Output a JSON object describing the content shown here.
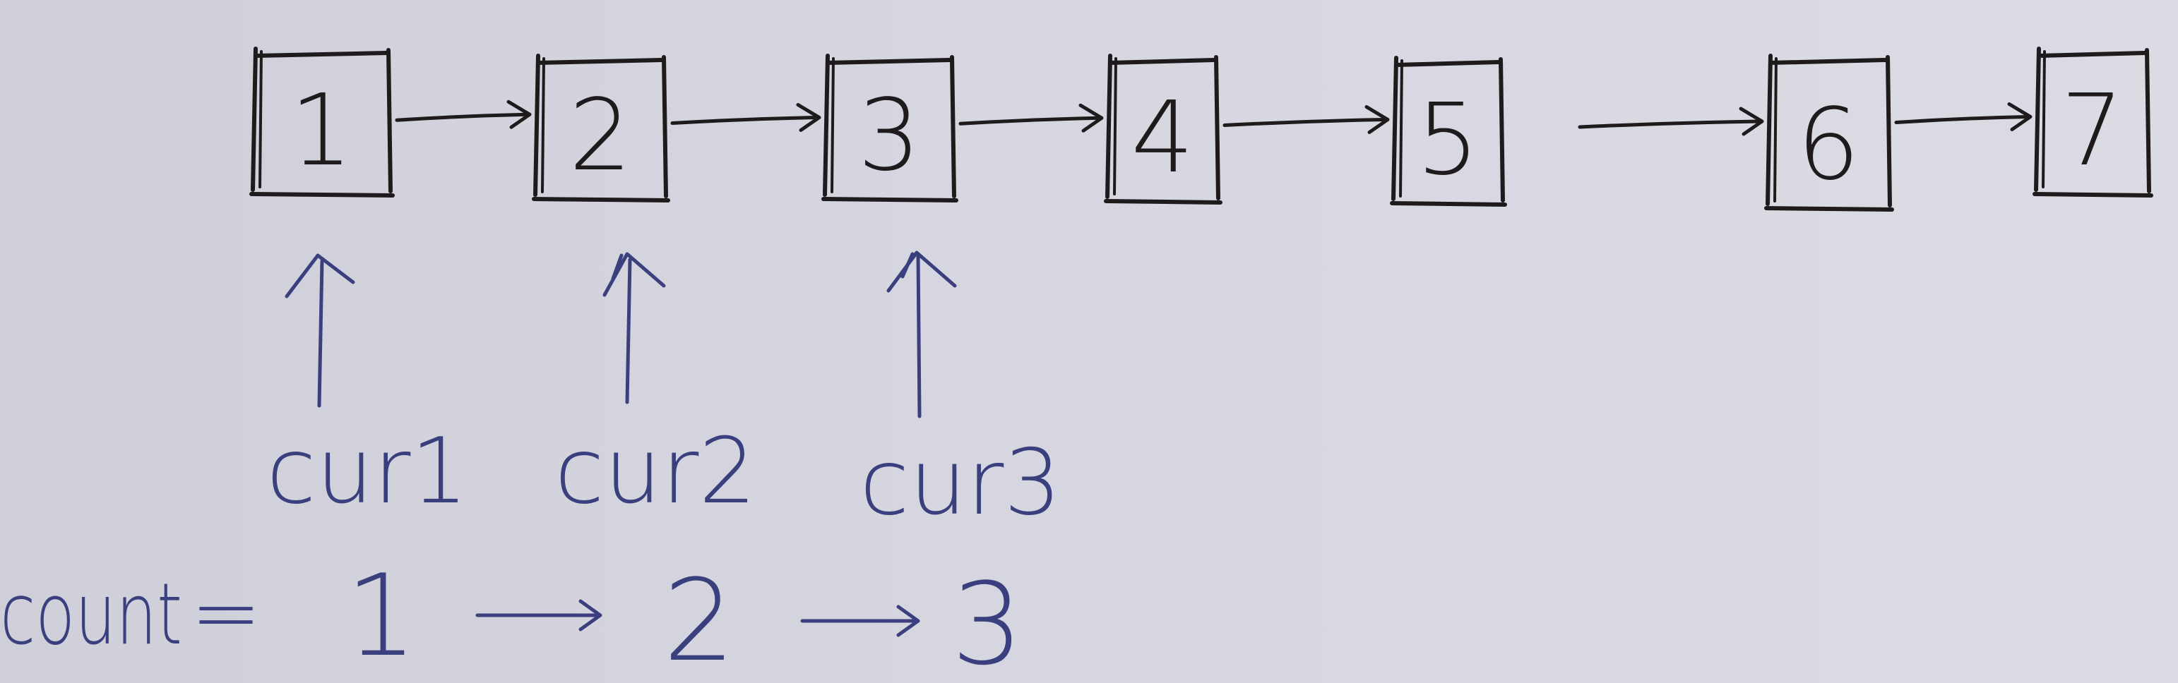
{
  "diagram": {
    "nodes": [
      "1",
      "2",
      "3",
      "4",
      "5",
      "6",
      "7"
    ],
    "pointers": [
      {
        "label": "cur1",
        "target_node": "1"
      },
      {
        "label": "cur2",
        "target_node": "2"
      },
      {
        "label": "cur3",
        "target_node": "3"
      }
    ],
    "count": {
      "label": "count",
      "equals": "=",
      "sequence": [
        "1",
        "2",
        "3"
      ]
    }
  },
  "colors": {
    "board": "#d6d6e0",
    "black_marker": "#1f1a1c",
    "blue_marker": "#3a3f7e"
  }
}
